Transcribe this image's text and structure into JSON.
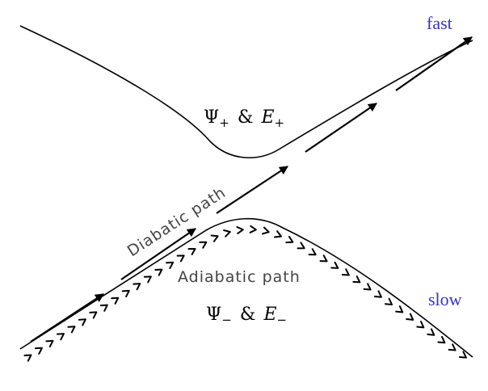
{
  "labels": {
    "upper_state": {
      "psi": "Ψ",
      "psi_sub": "+",
      "amp": "&",
      "energy": "E",
      "energy_sub": "+"
    },
    "lower_state": {
      "psi": "Ψ",
      "psi_sub": "−",
      "amp": "&",
      "energy": "E",
      "energy_sub": "−"
    },
    "diabatic_path": "Diabatic path",
    "adiabatic_path": "Adiabatic path",
    "fast": "fast",
    "slow": "slow"
  },
  "colors": {
    "speed_label": "#3333cc",
    "line": "#000000",
    "path_label": "#444444"
  }
}
